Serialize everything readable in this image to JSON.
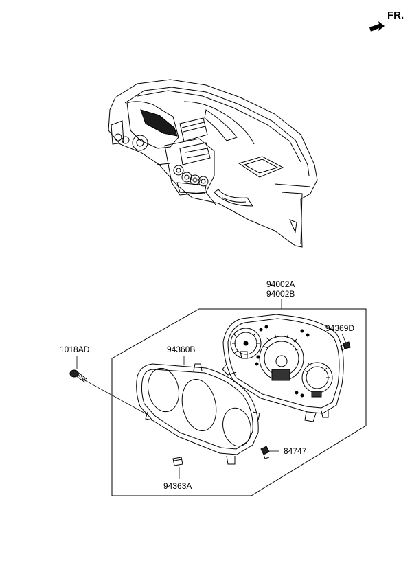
{
  "direction": {
    "label": "FR."
  },
  "parts": {
    "cluster_assembly_a": "94002A",
    "cluster_assembly_b": "94002B",
    "bulb": "94369D",
    "screw": "1018AD",
    "mask_lens": "94360B",
    "connector": "84747",
    "clip": "94363A"
  }
}
